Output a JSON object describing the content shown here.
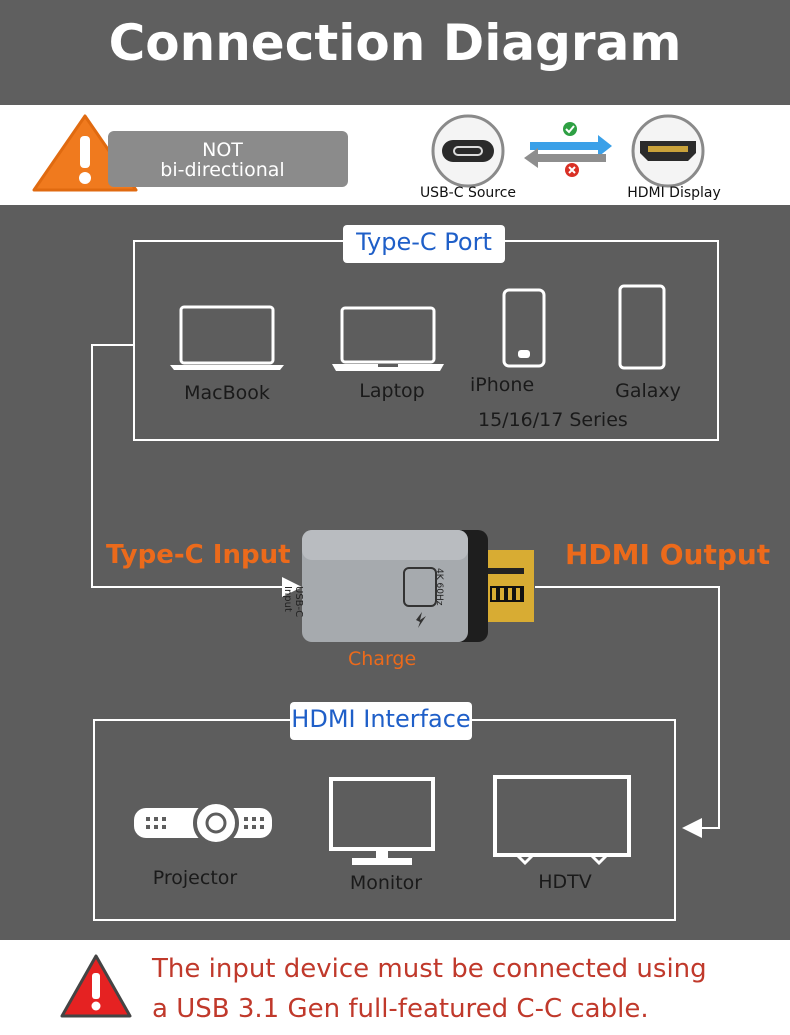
{
  "title": "Connection Diagram",
  "warning": {
    "line1": "NOT",
    "line2": "bi-directional"
  },
  "direction": {
    "source_label": "USB-C Source",
    "display_label": "HDMI Display"
  },
  "typec_panel": {
    "title": "Type-C Port",
    "devices": [
      {
        "label": "MacBook"
      },
      {
        "label": "Laptop"
      },
      {
        "label": "iPhone",
        "sublabel": "15/16/17 Series"
      },
      {
        "label": "Galaxy"
      }
    ]
  },
  "adapter": {
    "input_label": "Type-C Input",
    "output_label": "HDMI Output",
    "charge_label": "Charge",
    "port_text_1": "USB-C",
    "port_text_2": "Input",
    "badge_text": "4K 60Hz"
  },
  "hdmi_panel": {
    "title": "HDMI Interface",
    "devices": [
      {
        "label": "Projector"
      },
      {
        "label": "Monitor"
      },
      {
        "label": "HDTV"
      }
    ]
  },
  "note": {
    "line1": "The input device must be connected using",
    "line2": "a USB 3.1 Gen full-featured C-C cable."
  },
  "colors": {
    "accent_orange": "#ec6a1b",
    "label_blue": "#1f5fc8",
    "note_red": "#c0392b",
    "warning_orange": "#f07a1e"
  }
}
